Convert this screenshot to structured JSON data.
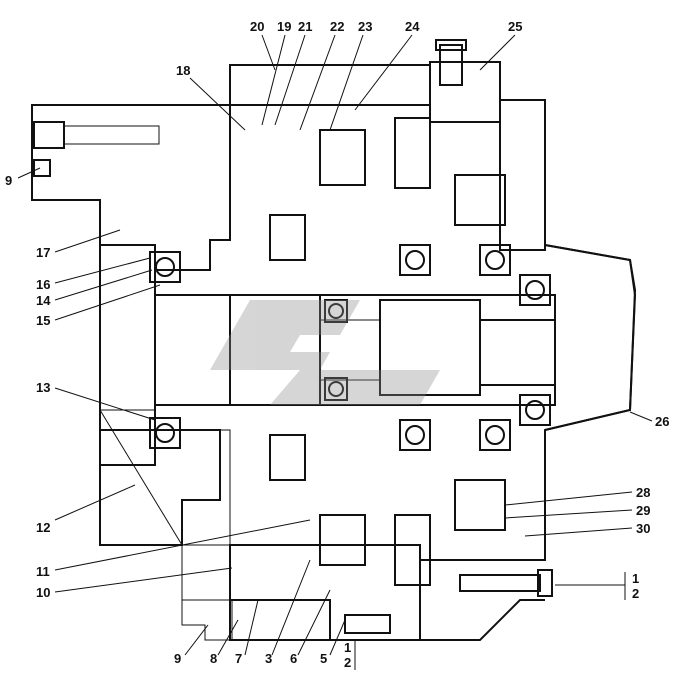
{
  "callouts": [
    {
      "id": "c20",
      "text": "20"
    },
    {
      "id": "c19",
      "text": "19"
    },
    {
      "id": "c21",
      "text": "21"
    },
    {
      "id": "c22",
      "text": "22"
    },
    {
      "id": "c23",
      "text": "23"
    },
    {
      "id": "c24",
      "text": "24"
    },
    {
      "id": "c25",
      "text": "25"
    },
    {
      "id": "c18",
      "text": "18"
    },
    {
      "id": "c9a",
      "text": "9"
    },
    {
      "id": "c17",
      "text": "17"
    },
    {
      "id": "c16",
      "text": "16"
    },
    {
      "id": "c14",
      "text": "14"
    },
    {
      "id": "c15",
      "text": "15"
    },
    {
      "id": "c13",
      "text": "13"
    },
    {
      "id": "c26",
      "text": "26"
    },
    {
      "id": "c12",
      "text": "12"
    },
    {
      "id": "c28",
      "text": "28"
    },
    {
      "id": "c29",
      "text": "29"
    },
    {
      "id": "c30",
      "text": "30"
    },
    {
      "id": "c11",
      "text": "11"
    },
    {
      "id": "c10",
      "text": "10"
    },
    {
      "id": "c1r",
      "text": "1"
    },
    {
      "id": "c2r",
      "text": "2"
    },
    {
      "id": "c9b",
      "text": "9"
    },
    {
      "id": "c8",
      "text": "8"
    },
    {
      "id": "c7",
      "text": "7"
    },
    {
      "id": "c3",
      "text": "3"
    },
    {
      "id": "c6",
      "text": "6"
    },
    {
      "id": "c5",
      "text": "5"
    },
    {
      "id": "c1b",
      "text": "1"
    },
    {
      "id": "c2b",
      "text": "2"
    }
  ]
}
